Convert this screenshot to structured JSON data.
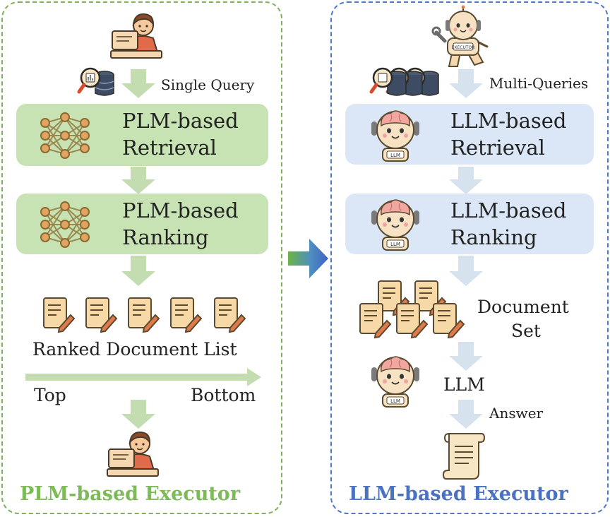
{
  "left": {
    "query_label": "Single Query",
    "retrieval": {
      "line1": "PLM-based",
      "line2": "Retrieval"
    },
    "ranking": {
      "line1": "PLM-based",
      "line2": "Ranking"
    },
    "list_label": "Ranked Document List",
    "top_label": "Top",
    "bottom_label": "Bottom",
    "footer": "PLM-based Executor"
  },
  "right": {
    "query_label": "Multi-Queries",
    "retrieval": {
      "line1": "LLM-based",
      "line2": "Retrieval"
    },
    "ranking": {
      "line1": "LLM-based",
      "line2": "Ranking"
    },
    "docset": {
      "line1": "Document",
      "line2": "Set"
    },
    "llm_label": "LLM",
    "answer_label": "Answer",
    "footer": "LLM-based Executor",
    "robot_badge": "LLM",
    "executor_badge": "EXECUTOR"
  },
  "colors": {
    "green_accent": "#7db25a",
    "green_box": "#c7e3b4",
    "blue_accent": "#4f79c4",
    "blue_box": "#dbe7f6",
    "green_footer": "#7dbb58",
    "blue_footer": "#4a72c0"
  }
}
